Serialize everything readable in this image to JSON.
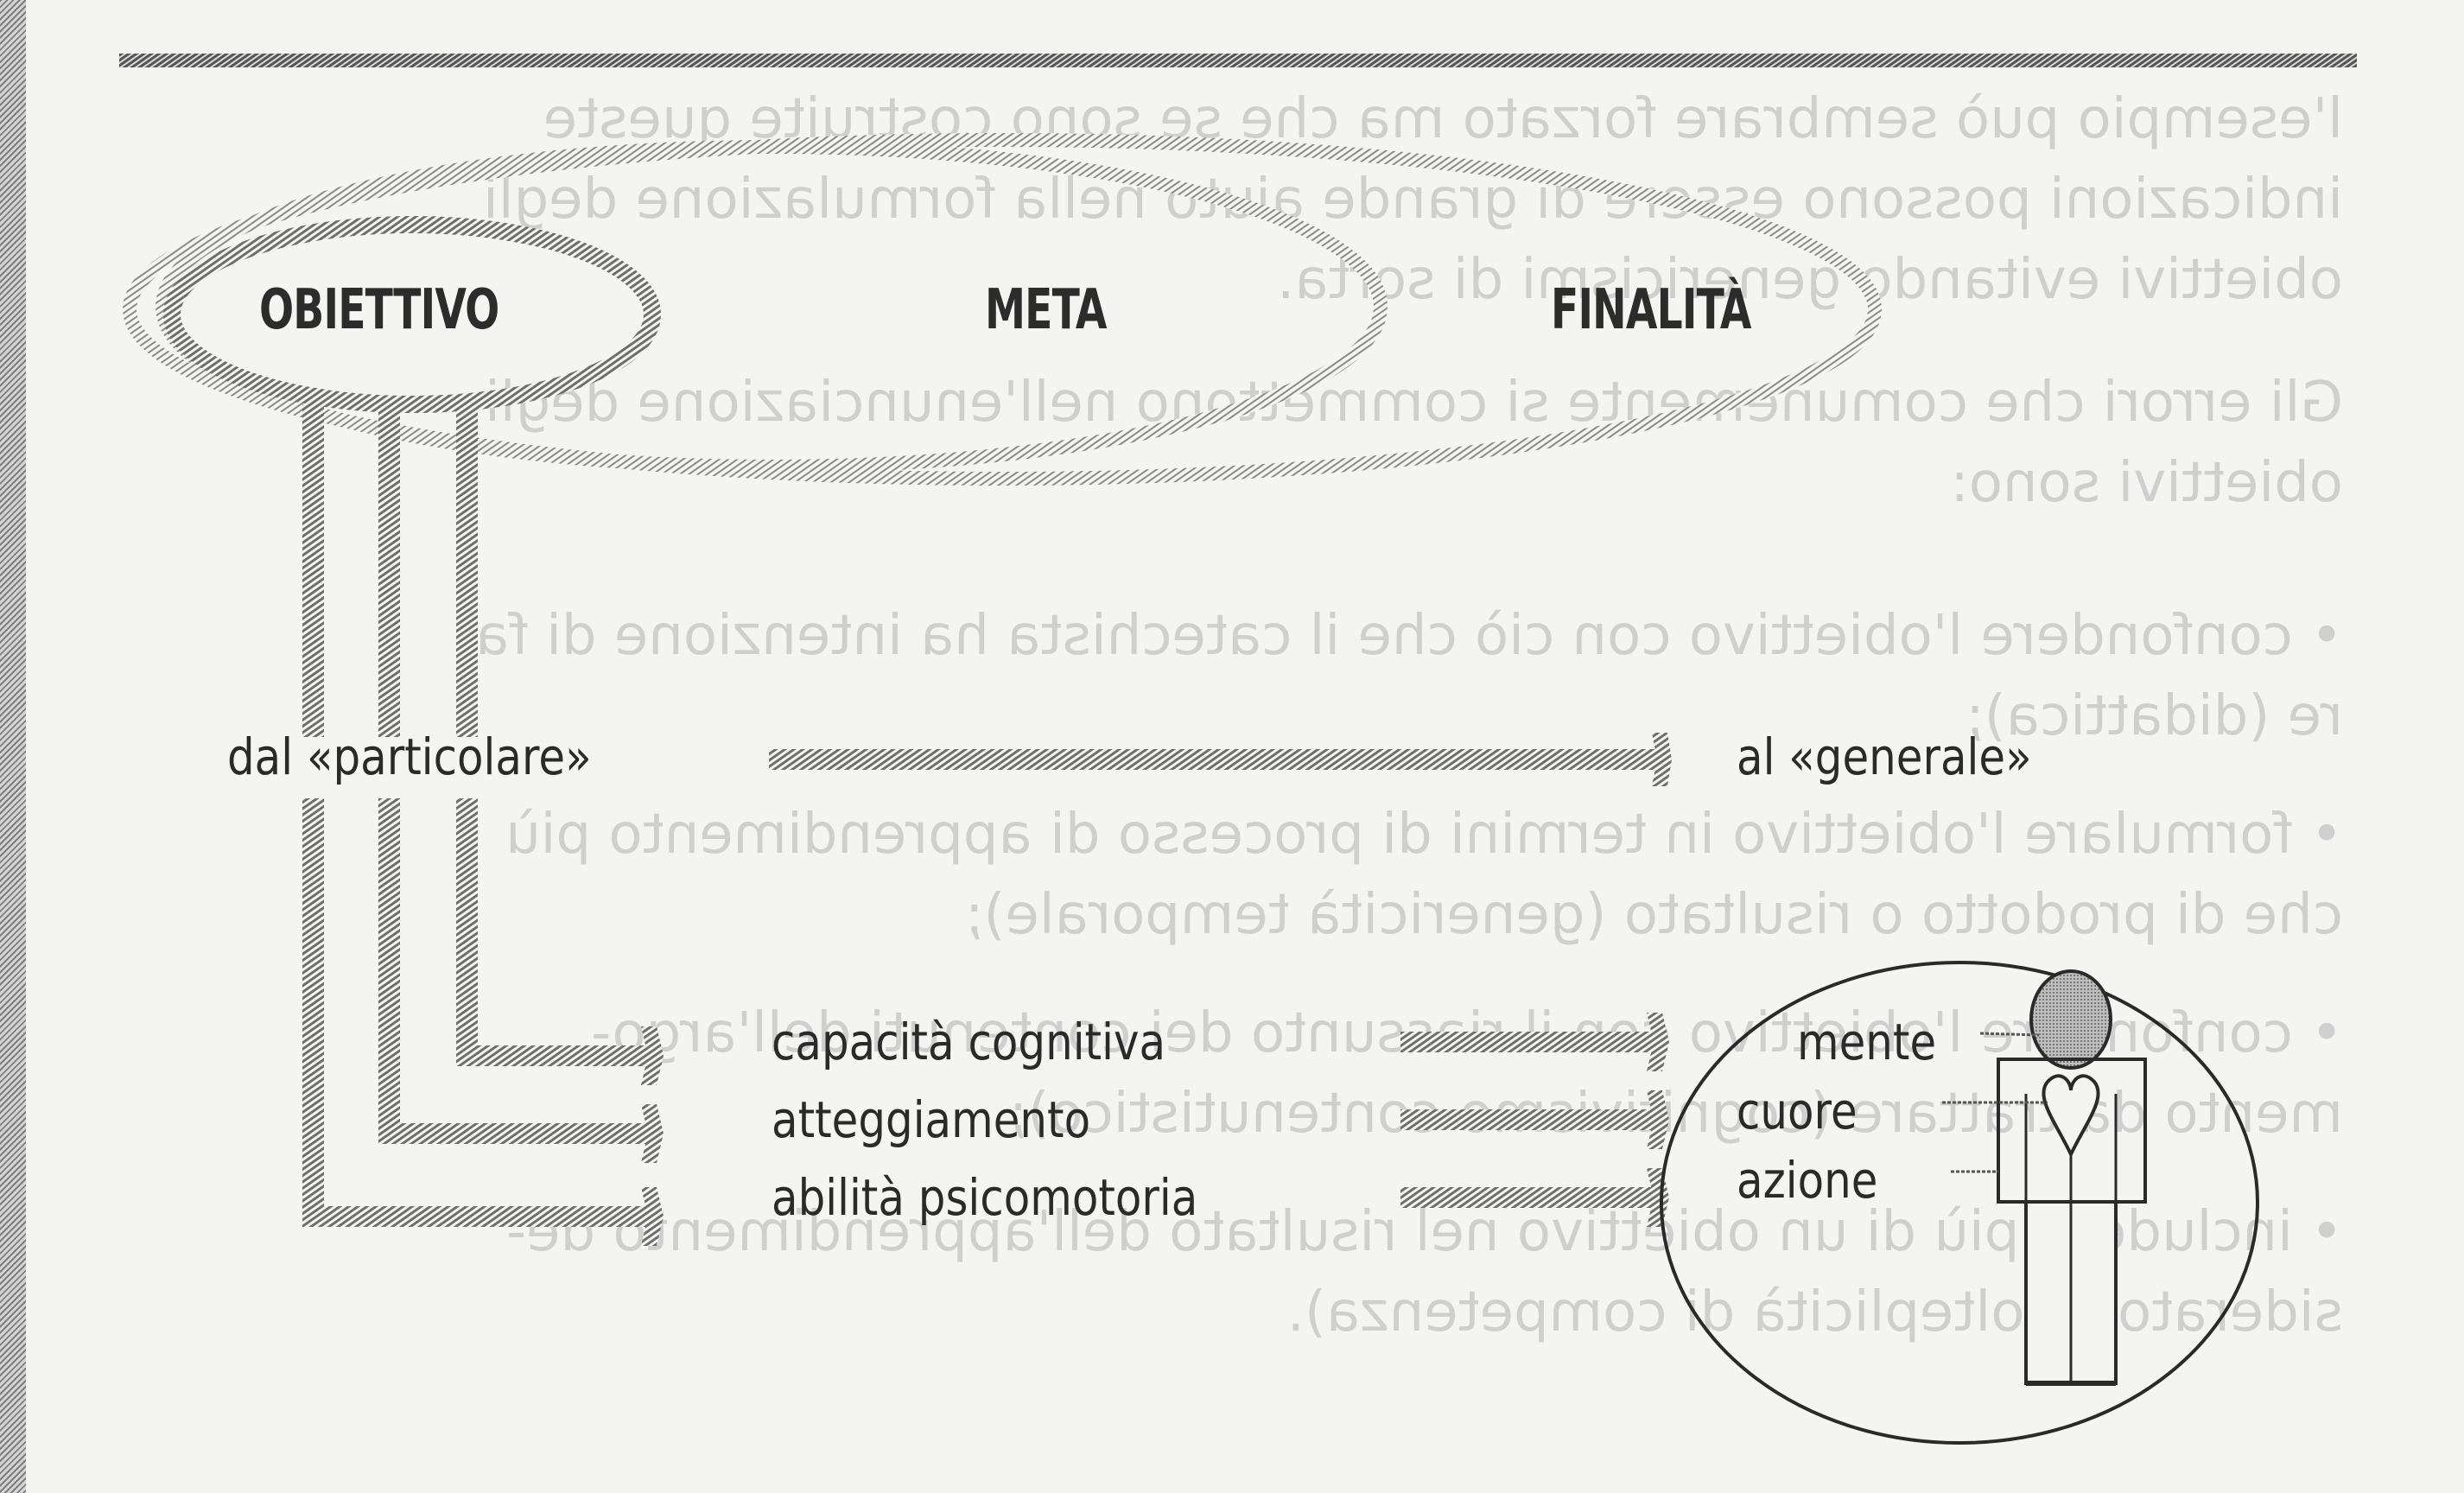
{
  "diagram": {
    "headers": {
      "objective": "OBIETTIVO",
      "goal": "META",
      "purpose": "FINALITÀ"
    },
    "scale_row": {
      "from": "dal «particolare»",
      "to": "al «generale»"
    },
    "domains": [
      {
        "label": "capacità cognitiva",
        "target": "mente"
      },
      {
        "label": "atteggiamento",
        "target": "cuore"
      },
      {
        "label": "abilità psicomotoria",
        "target": "azione"
      }
    ],
    "figure": {
      "name": "person-figure",
      "parts": [
        "head",
        "heart",
        "body"
      ]
    },
    "colors": {
      "ink": "#2a2a2a",
      "screen_gray": "#7a7a7a",
      "paper": "#f4f4f2",
      "ghost": "#cfcfcf"
    }
  },
  "bleed_through": {
    "lines": [
      "l'esempio può sembrare forzato ma che se sono costruite queste",
      "indicazioni possono essere di grande aiuto nella formulazione degli",
      "obiettivi evitando genericismi di sorta.",
      "Gli errori che comunemente si commettono nell'enunciazione degli",
      "obiettivi sono:",
      "• confondere l'obiettivo con ciò che il catechista ha intenzione di fa-",
      "  re (didattica);",
      "• formulare l'obiettivo in termini di processo di apprendimento più",
      "  che di prodotto o risultato (genericità temporale);",
      "• confondere l'obiettivo con il riassunto dei contenuti dell'argo-",
      "  mento da trattare (cognitivismo contenutistico);",
      "• includere più di un obiettivo nel risultato dell'apprendimento de-",
      "  siderato (molteplicità di competenza)."
    ]
  }
}
